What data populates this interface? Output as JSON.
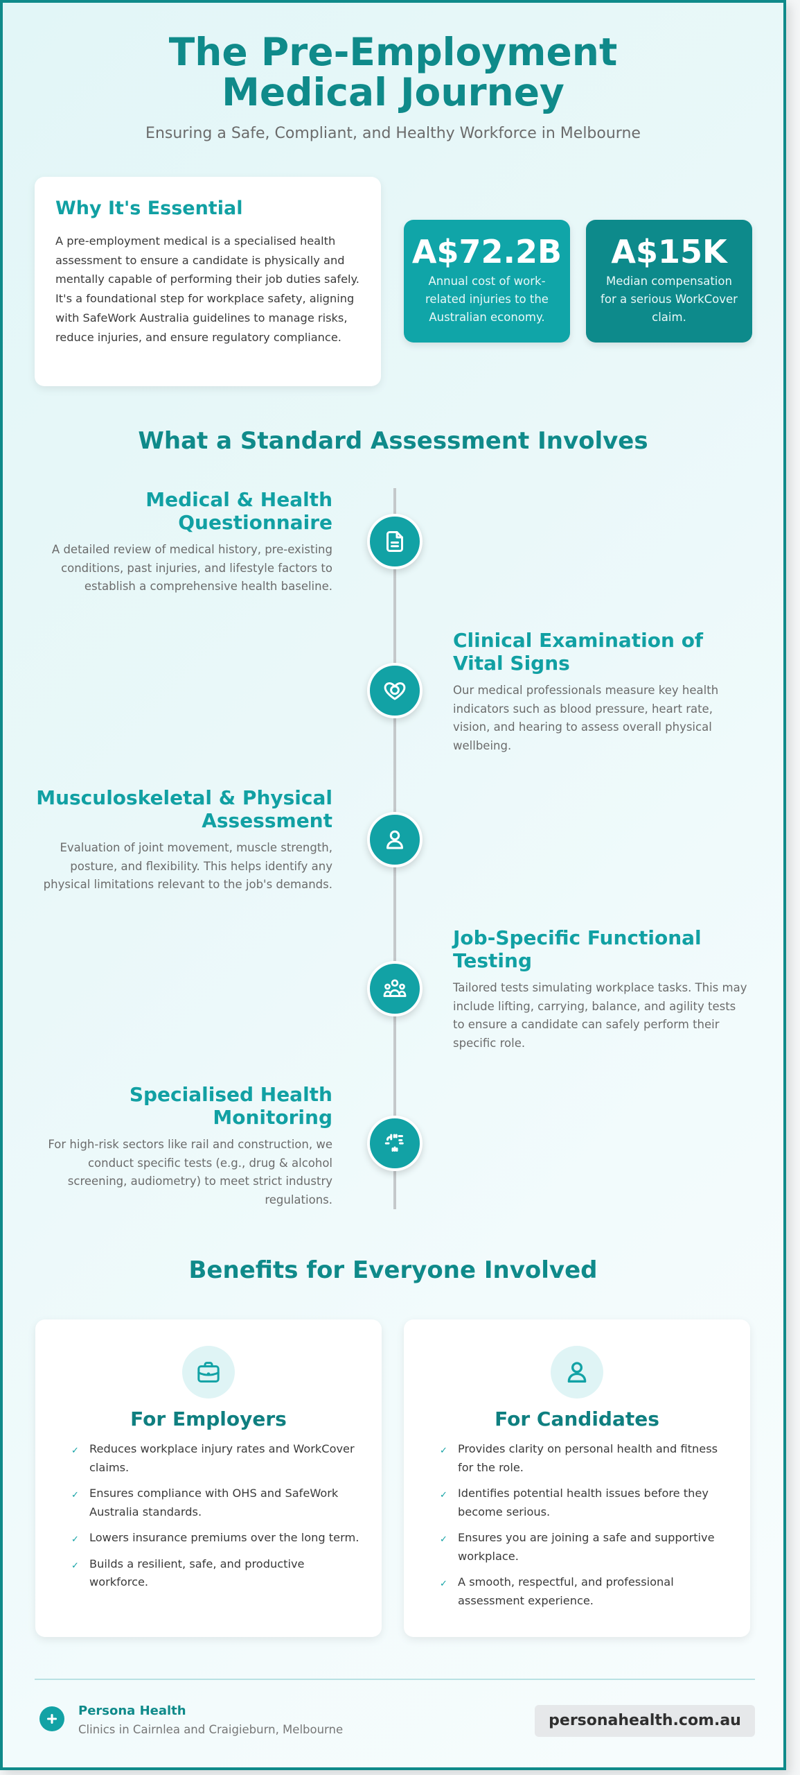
{
  "header": {
    "title": "The Pre-Employment Medical Journey",
    "subtitle": "Ensuring a Safe, Compliant, and Healthy Workforce in Melbourne"
  },
  "intro": {
    "title": "Why It's Essential",
    "text": "A pre-employment medical is a specialised health assessment to ensure a candidate is physically and mentally capable of performing their job duties safely. It's a foundational step for workplace safety, aligning with SafeWork Australia guidelines to manage risks, reduce injuries, and ensure regulatory compliance."
  },
  "stats": [
    {
      "value": "A$72.2B",
      "label": "Annual cost of work-related injuries to the Australian economy.",
      "color": "#10a5a8"
    },
    {
      "value": "A$15K",
      "label": "Median compensation for a serious WorkCover claim.",
      "color": "#0d8a8b"
    }
  ],
  "assessment": {
    "title": "What a Standard Assessment Involves",
    "steps": [
      {
        "title": "Medical & Health Questionnaire",
        "text": "A detailed review of medical history, pre-existing conditions, past injuries, and lifestyle factors to establish a comprehensive health baseline.",
        "icon": "document-icon",
        "side": "left"
      },
      {
        "title": "Clinical Examination of Vital Signs",
        "text": "Our medical professionals measure key health indicators such as blood pressure, heart rate, vision, and hearing to assess overall physical wellbeing.",
        "icon": "heart-icon",
        "side": "right"
      },
      {
        "title": "Musculoskeletal & Physical Assessment",
        "text": "Evaluation of joint movement, muscle strength, posture, and flexibility. This helps identify any physical limitations relevant to the job's demands.",
        "icon": "person-icon",
        "side": "left"
      },
      {
        "title": "Job-Specific Functional Testing",
        "text": "Tailored tests simulating workplace tasks. This may include lifting, carrying, balance, and agility tests to ensure a candidate can safely perform their specific role.",
        "icon": "group-icon",
        "side": "right"
      },
      {
        "title": "Specialised Health Monitoring",
        "text": "For high-risk sectors like rail and construction, we conduct specific tests (e.g., drug & alcohol screening, audiometry) to meet strict industry regulations.",
        "icon": "scan-icon",
        "side": "left"
      }
    ]
  },
  "benefits": {
    "title": "Benefits for Everyone Involved",
    "employers": {
      "title": "For Employers",
      "icon": "briefcase-icon",
      "items": [
        "Reduces workplace injury rates and WorkCover claims.",
        "Ensures compliance with OHS and SafeWork Australia standards.",
        "Lowers insurance premiums over the long term.",
        "Builds a resilient, safe, and productive workforce."
      ]
    },
    "candidates": {
      "title": "For Candidates",
      "icon": "person-icon",
      "items": [
        "Provides clarity on personal health and fitness for the role.",
        "Identifies potential health issues before they become serious.",
        "Ensures you are joining a safe and supportive workplace.",
        "A smooth, respectful, and professional assessment experience."
      ]
    },
    "check_glyph": "✓"
  },
  "footer": {
    "brand": "Persona Health",
    "locations": "Clinics in Cairnlea and Craigieburn, Melbourne",
    "website": "personahealth.com.au"
  },
  "colors": {
    "primary": "#0f8a8a",
    "accent": "#12a2a5",
    "border": "#0f8a8a"
  }
}
